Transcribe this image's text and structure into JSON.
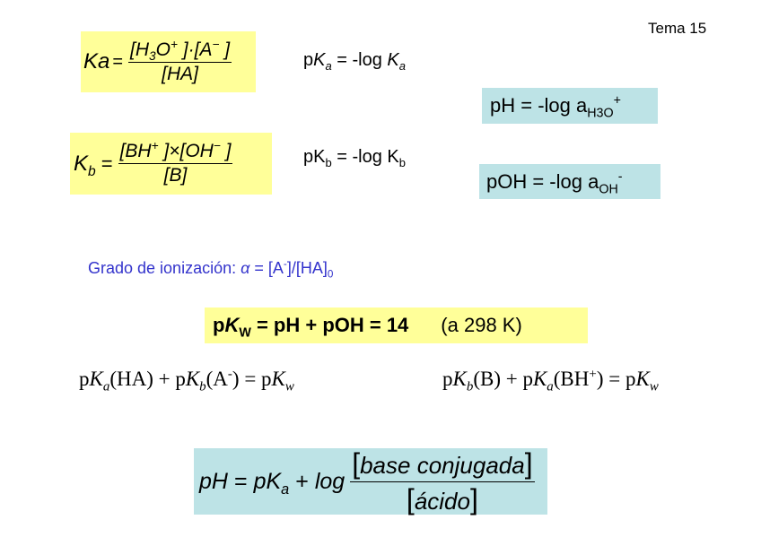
{
  "header": {
    "topic_label": "Tema 15"
  },
  "ka_equation": {
    "lhs": "Ka",
    "equals": "=",
    "numerator": {
      "h3o": "[H",
      "h3o_sub": "3",
      "h3o_o": "O",
      "h3o_sup": "+",
      "close1": " ]·[A",
      "a_sup": "−",
      "close2": " ]"
    },
    "denominator": "[HA]",
    "background": "#ffff99"
  },
  "pka_definition": {
    "p": "p",
    "K": "K",
    "sub": "a",
    "rhs": " = -log ",
    "K2": "K",
    "sub2": "a"
  },
  "kb_equation": {
    "lhs": "K",
    "lhs_sub": "b",
    "equals": "=",
    "numerator": {
      "bh": "[BH",
      "bh_sup": "+",
      "times": " ]×[OH",
      "oh_sup": "−",
      "close": " ]"
    },
    "denominator": "[B]",
    "background": "#ffff99"
  },
  "pkb_definition": {
    "p": "pK",
    "sub": "b",
    "rhs": " = -log K",
    "sub2": "b"
  },
  "ph_definition": {
    "text": "pH = -log a",
    "sub": "H3O",
    "sup": "+",
    "background": "#bde3e6"
  },
  "poh_definition": {
    "text": "pOH = -log a",
    "sub": "OH",
    "sup": "-",
    "background": "#bde3e6"
  },
  "ionization_degree": {
    "label": "Grado de ionización:  ",
    "alpha": "α",
    "expr_a": " = [A",
    "expr_sup": "-",
    "expr_b": "]/[HA]",
    "expr_sub": "0",
    "color": "#3333cc"
  },
  "kw_relation": {
    "p": "p",
    "K": "K",
    "sub": "W",
    "rhs": " = pH + pOH = 14",
    "condition": "(a 298 K)",
    "background": "#ffff99"
  },
  "conjugate_relation_acid": {
    "t1": "p",
    "K1": "K",
    "s1": "a",
    "t2": "(HA) + p",
    "K2": "K",
    "s2": "b",
    "t3": "(A",
    "sup": "-",
    "t4": ") = p",
    "K3": "K",
    "s3": "w"
  },
  "conjugate_relation_base": {
    "t1": "p",
    "K1": "K",
    "s1": "b",
    "t2": "(B) + p",
    "K2": "K",
    "s2": "a",
    "t3": "(BH",
    "sup": "+",
    "t4": ") = p",
    "K3": "K",
    "s3": "w"
  },
  "henderson_hasselbalch": {
    "lhs": "pH",
    "eq": "=",
    "pk": "pK",
    "pk_sub": "a",
    "plus": "+",
    "log": "log",
    "lbr": "[",
    "rbr": "]",
    "numerator": "base conjugada",
    "denominator": "ácido",
    "background": "#bde3e6"
  }
}
